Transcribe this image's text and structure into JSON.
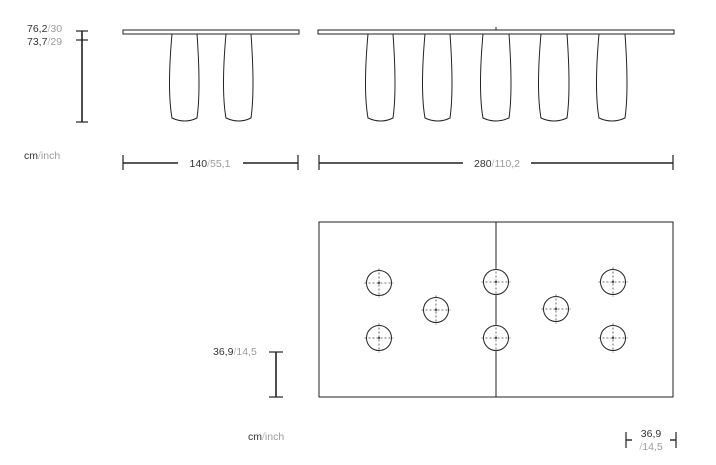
{
  "unit_label": {
    "primary": "cm",
    "separator": "/",
    "secondary": "inch"
  },
  "dimensions": {
    "height_table": {
      "cm": "76,2",
      "sep": "/",
      "inch": "30"
    },
    "height_min": {
      "cm": "73,7",
      "sep": "/",
      "inch": "29"
    },
    "length_short": {
      "cm": "140",
      "sep": "/",
      "inch": "55,1"
    },
    "length_long": {
      "cm": "280",
      "sep": "/",
      "inch": "110,2"
    },
    "base_diameter": {
      "cm": "36,9",
      "sep": "/",
      "inch": "14,5"
    },
    "base_detail": {
      "cm": "36,9",
      "sep": "/",
      "inch": "14,5"
    }
  },
  "colors": {
    "line": "#222222",
    "cm_text": "#333333",
    "inch_text": "#9a9a9a"
  }
}
